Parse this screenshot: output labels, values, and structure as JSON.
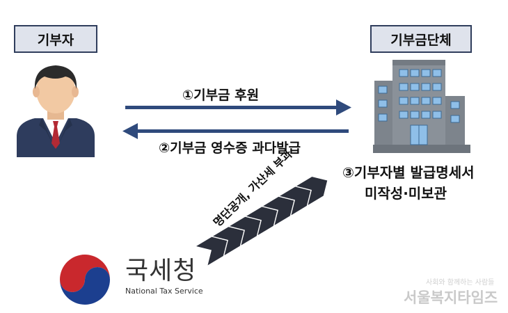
{
  "donor": {
    "label": "기부자"
  },
  "organization": {
    "label": "기부금단체"
  },
  "flows": {
    "donation": "①기부금 후원",
    "receipt": "②기부금 영수증 과다발급",
    "record_line1": "③기부자별 발급명세서",
    "record_line2": "미작성·미보관",
    "penalty": "명단공개, 가산세 부과"
  },
  "agency": {
    "name": "국세청",
    "english": "National Tax Service"
  },
  "watermark": {
    "main": "서울복지타임즈",
    "sub": "사회와 함께하는 사람들"
  },
  "colors": {
    "arrow": "#2f4a7c",
    "chevron": "#2b2f3b",
    "box_border": "#2f3d5c",
    "box_fill": "#dfe3ec"
  }
}
